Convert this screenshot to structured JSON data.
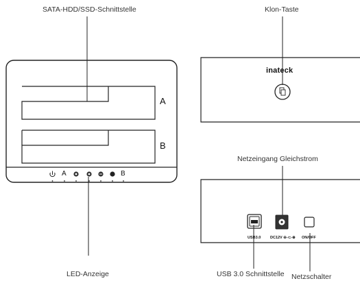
{
  "labels": {
    "sata_interface": "SATA-HDD/SSD-Schnittstelle",
    "clone_button": "Klon-Taste",
    "dc_input": "Netzeingang Gleichstrom",
    "led_display": "LED-Anzeige",
    "usb_interface": "USB 3.0 Schnittstelle",
    "power_switch": "Netzschalter"
  },
  "front": {
    "slot_a": "A",
    "slot_b": "B",
    "led_row": {
      "letter_a": "A",
      "letter_b": "B"
    }
  },
  "top": {
    "brand": "inateck"
  },
  "back": {
    "usb_label": "USB3.0",
    "dc_label": "DC12V ⊖-⊂-⊕",
    "switch_label": "ON/OFF"
  },
  "colors": {
    "line": "#222222",
    "text": "#333333"
  }
}
